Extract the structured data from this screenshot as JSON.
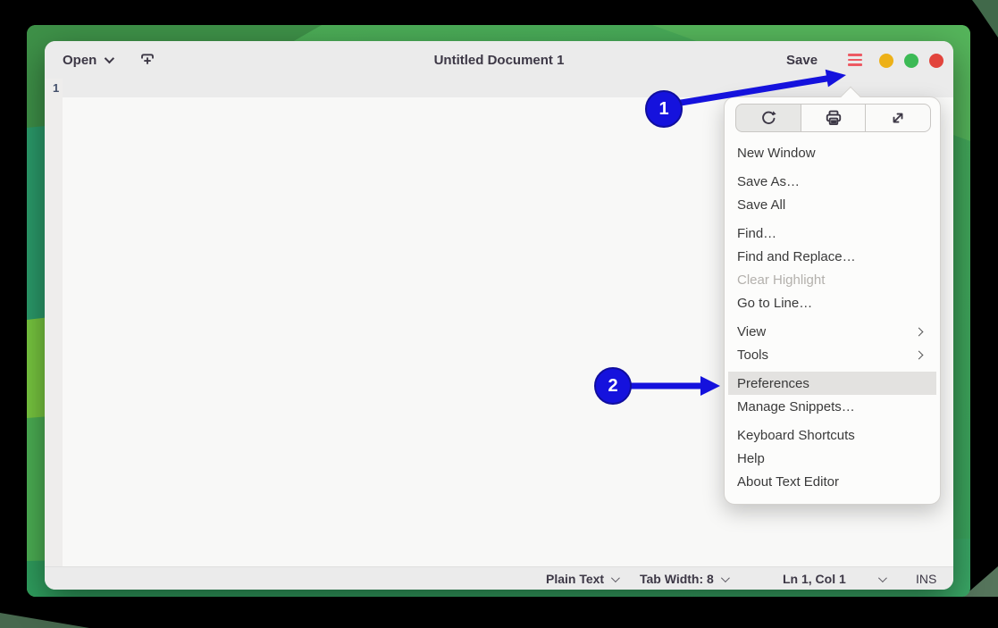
{
  "window": {
    "header": {
      "open_label": "Open",
      "save_label": "Save",
      "title": "Untitled Document 1"
    },
    "controls": [
      {
        "name": "minimize",
        "color": "#edb118"
      },
      {
        "name": "maximize",
        "color": "#3cba55"
      },
      {
        "name": "close",
        "color": "#e2443c"
      }
    ],
    "editor": {
      "line_numbers": [
        "1"
      ]
    },
    "statusbar": {
      "language": "Plain Text",
      "tab_width": "Tab Width: 8",
      "cursor_position": "Ln 1, Col 1",
      "overwrite_mode": "INS"
    }
  },
  "menu": {
    "toolbar": [
      {
        "icon": "reload-icon"
      },
      {
        "icon": "print-icon"
      },
      {
        "icon": "fullscreen-icon"
      }
    ],
    "groups": [
      {
        "items": [
          {
            "label": "New Window"
          }
        ]
      },
      {
        "items": [
          {
            "label": "Save As…"
          },
          {
            "label": "Save All"
          }
        ]
      },
      {
        "items": [
          {
            "label": "Find…"
          },
          {
            "label": "Find and Replace…"
          },
          {
            "label": "Clear Highlight",
            "disabled": true
          },
          {
            "label": "Go to Line…"
          }
        ]
      },
      {
        "items": [
          {
            "label": "View",
            "submenu": true
          },
          {
            "label": "Tools",
            "submenu": true
          }
        ]
      },
      {
        "items": [
          {
            "label": "Preferences",
            "highlighted": true
          },
          {
            "label": "Manage Snippets…"
          }
        ]
      },
      {
        "items": [
          {
            "label": "Keyboard Shortcuts"
          },
          {
            "label": "Help"
          },
          {
            "label": "About Text Editor"
          }
        ]
      }
    ]
  },
  "annotations": {
    "steps": [
      {
        "number": "1"
      },
      {
        "number": "2"
      }
    ],
    "color": "#1512dd"
  },
  "colors": {
    "menu_button_red": "#ed5a63",
    "headerbar_bg": "#ebebeb",
    "editor_bg": "#f8f8f7"
  }
}
